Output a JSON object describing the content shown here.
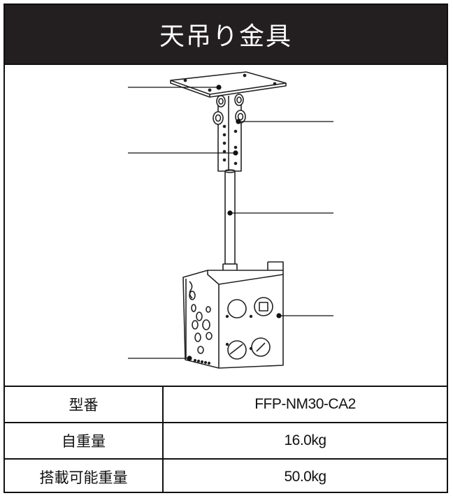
{
  "title": "天吊り金具",
  "specs": [
    {
      "label": "型番",
      "value": "FFP-NM30-CA2"
    },
    {
      "label": "自重量",
      "value": "16.0kg"
    },
    {
      "label": "搭載可能重量",
      "value": "50.0kg"
    }
  ]
}
